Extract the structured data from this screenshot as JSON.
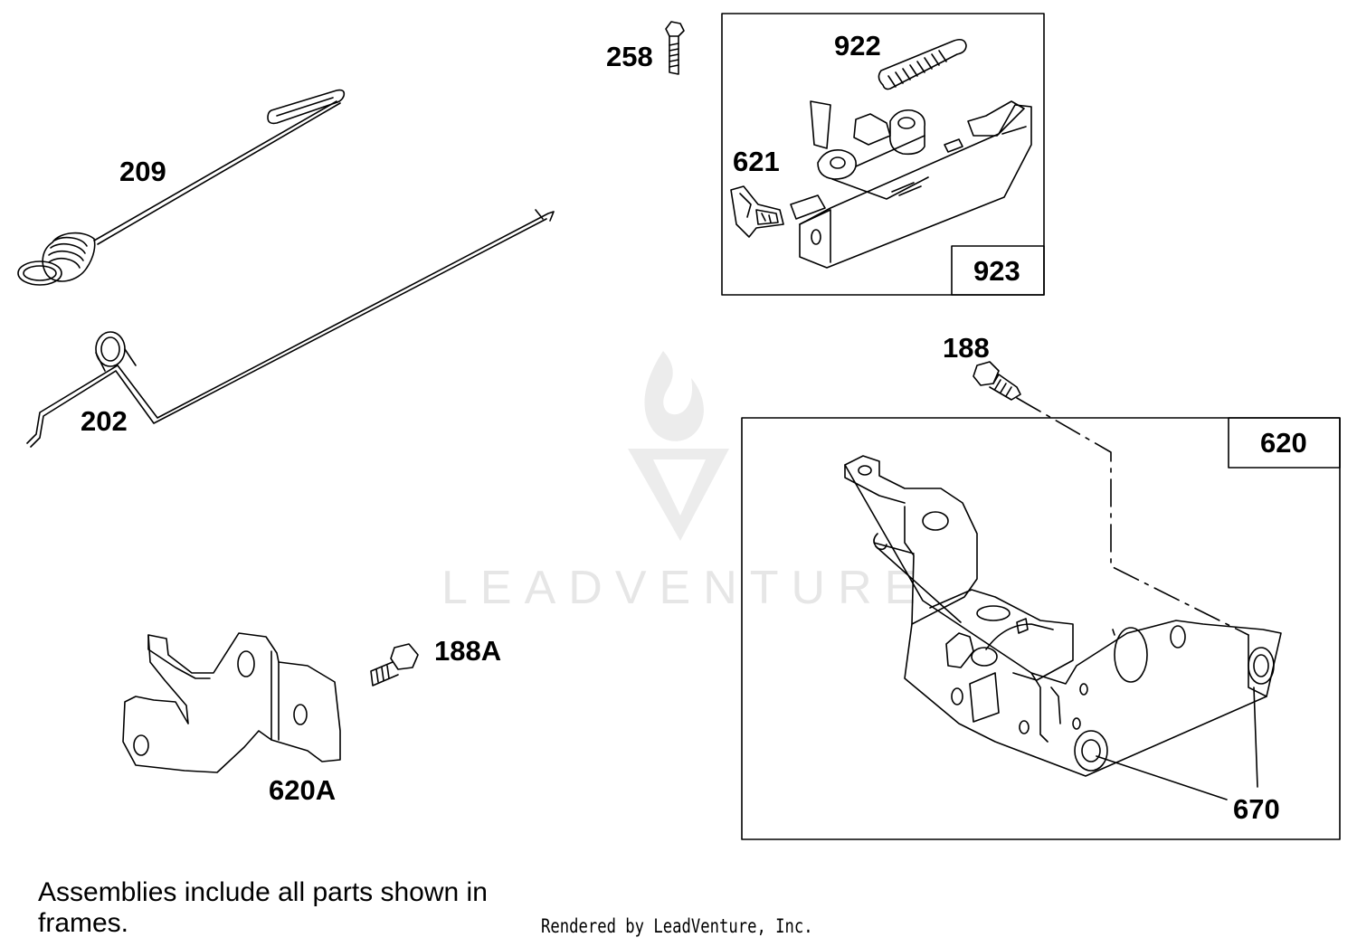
{
  "callouts": {
    "p209": "209",
    "p202": "202",
    "p258": "258",
    "p922": "922",
    "p621": "621",
    "p923": "923",
    "p188": "188",
    "p620": "620",
    "p188A": "188A",
    "p620A": "620A",
    "p670": "670"
  },
  "footer": {
    "note": "Assemblies include all parts shown in frames.",
    "credit": "Rendered by LeadVenture, Inc."
  },
  "watermark": {
    "text": "LEADVENTURE",
    "color": "#e6e6e6"
  },
  "colors": {
    "line": "#000000",
    "background": "#ffffff"
  }
}
